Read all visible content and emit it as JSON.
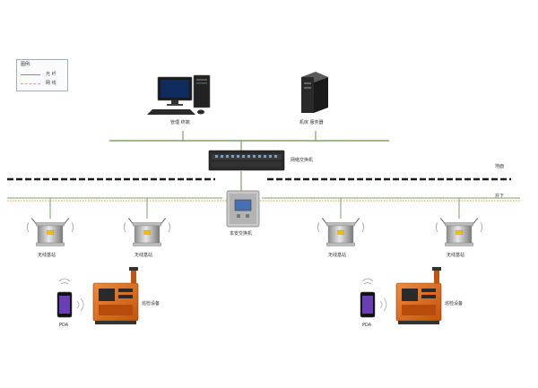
{
  "legend": {
    "title": "图例:",
    "fiber_label": "光    纤",
    "cable_label": "网    线"
  },
  "nodes": {
    "terminal": "管理 终端",
    "server": "机房 服务器",
    "core_switch": "网络交换机",
    "local_switch": "本安交换机",
    "base_station_1": "无线基站",
    "base_station_2": "无线基站",
    "base_station_3": "无线基站",
    "base_station_4": "无线基站",
    "pda_left": "PDA",
    "pda_right": "PDA",
    "device_left": "巡检设备",
    "device_right": "巡检设备"
  },
  "zones": {
    "surface": "地面",
    "underground": "井下"
  },
  "colors": {
    "fiber": "#7f9f6a",
    "cable": "#d9b35a",
    "boundary": "#222222",
    "device_orange": "#e06a1c"
  }
}
